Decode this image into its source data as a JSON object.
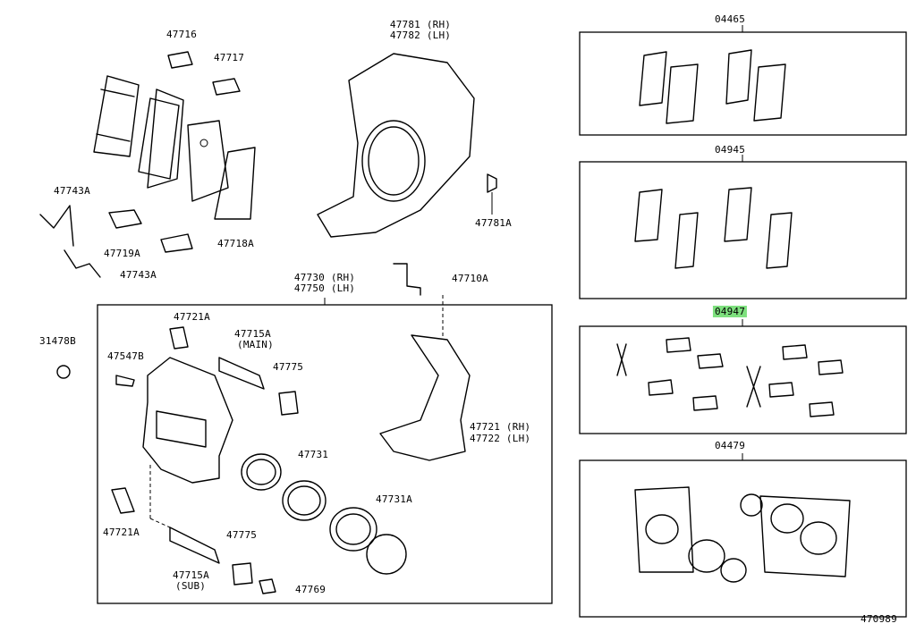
{
  "diagram": {
    "labels": {
      "p47716": "47716",
      "p47717": "47717",
      "p47781rh": "47781 (RH)",
      "p47782lh": "47782 (LH)",
      "p04465": "04465",
      "p47743a_top": "47743A",
      "p47781a": "47781A",
      "p04945": "04945",
      "p47719a": "47719A",
      "p47718a": "47718A",
      "p47743a_bottom": "47743A",
      "p47730rh": "47730 (RH)",
      "p47750lh": "47750 (LH)",
      "p47710a": "47710A",
      "p04947": "04947",
      "p47721a_top": "47721A",
      "p47715a_main": "47715A",
      "main_note": "(MAIN)",
      "p31478b": "31478B",
      "p47547b": "47547B",
      "p47775_top": "47775",
      "p47721rh": "47721 (RH)",
      "p47722lh": "47722 (LH)",
      "p04479": "04479",
      "p47731": "47731",
      "p47731a": "47731A",
      "p47721a_bottom": "47721A",
      "p47775_bottom": "47775",
      "p47715a_sub": "47715A",
      "sub_note": "(SUB)",
      "p47769": "47769",
      "diagram_id": "470989"
    },
    "highlighted_part": "04947",
    "highlight_color": "#7ee07e"
  }
}
